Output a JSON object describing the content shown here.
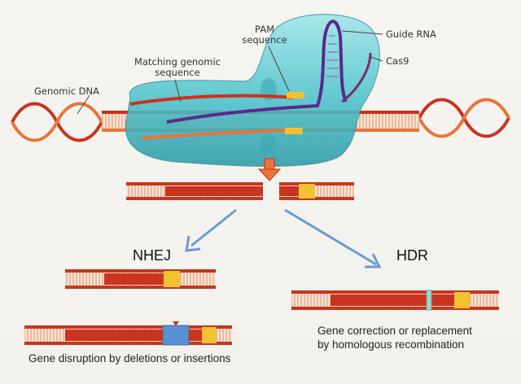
{
  "labels": {
    "genomic_dna": "Genomic DNA",
    "matching_line1": "Matching genomic",
    "matching_line2": "sequence",
    "pam_line1": "PAM",
    "pam_line2": "sequence",
    "guide_rna": "Guide RNA",
    "cas9": "Cas9"
  },
  "pathways": {
    "nhej": "NHEJ",
    "hdr": "HDR"
  },
  "captions": {
    "nhej": "Gene disruption by deletions or insertions",
    "hdr_line1": "Gene correction or replacement",
    "hdr_line2": "by homologous recombination"
  },
  "colors": {
    "dna_red": "#c8341f",
    "dna_orange": "#e8743a",
    "pam_yellow": "#f2c230",
    "guide_purple": "#5a2a8a",
    "cas9_cyan": "#6fd0d6",
    "arrow_blue": "#6a9bd0",
    "insert_blue": "#5a8fd0"
  }
}
